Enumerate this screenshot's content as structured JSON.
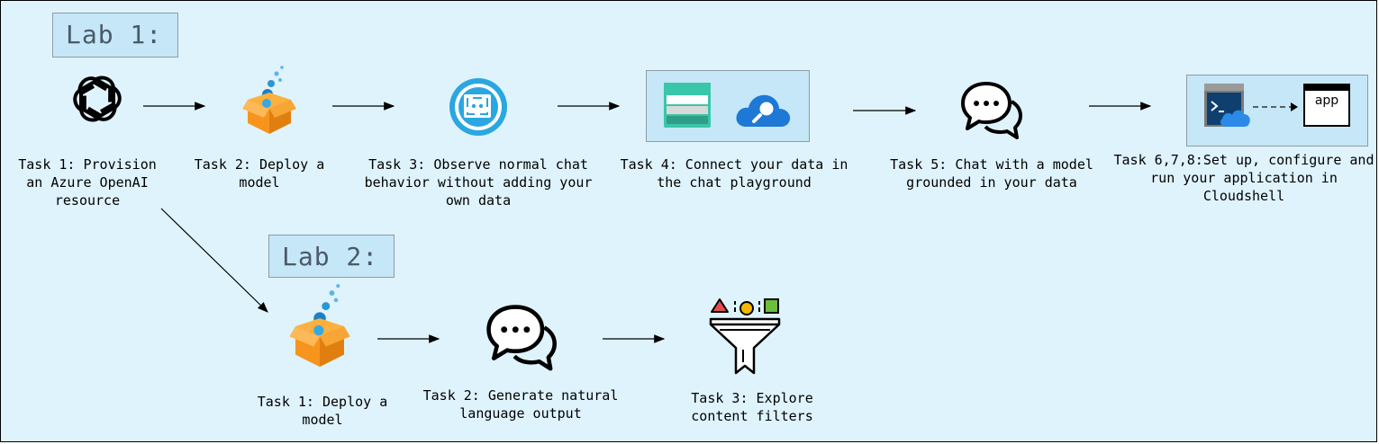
{
  "lab1": {
    "title": "Lab 1:",
    "tasks": [
      {
        "label": "Task 1: Provision an Azure OpenAI resource",
        "icon": "openai-logo-icon"
      },
      {
        "label": "Task 2: Deploy a model",
        "icon": "package-deploy-icon"
      },
      {
        "label": "Task 3: Observe normal chat behavior without adding your own data",
        "icon": "chat-bot-icon"
      },
      {
        "label": "Task 4: Connect your data in the chat playground",
        "icon": "storage-search-icon"
      },
      {
        "label": "Task 5: Chat with a model grounded in your data",
        "icon": "chat-bubbles-icon"
      },
      {
        "label": "Task 6,7,8:Set up, configure and run your application in Cloudshell",
        "icon": "cloudshell-app-icon"
      }
    ]
  },
  "lab2": {
    "title": "Lab 2:",
    "tasks": [
      {
        "label": "Task 1: Deploy a model",
        "icon": "package-deploy-icon"
      },
      {
        "label": "Task 2: Generate natural language output",
        "icon": "chat-bubbles-icon"
      },
      {
        "label": "Task 3: Explore content filters",
        "icon": "filter-funnel-icon"
      }
    ]
  },
  "icons": {
    "app_window_text": "app"
  },
  "colors": {
    "background": "#dff3fc",
    "label_box": "#c5e7f8",
    "package_orange": "#f7941d",
    "azure_blue": "#0f78d4",
    "bot_cyan": "#2aa7e0"
  }
}
